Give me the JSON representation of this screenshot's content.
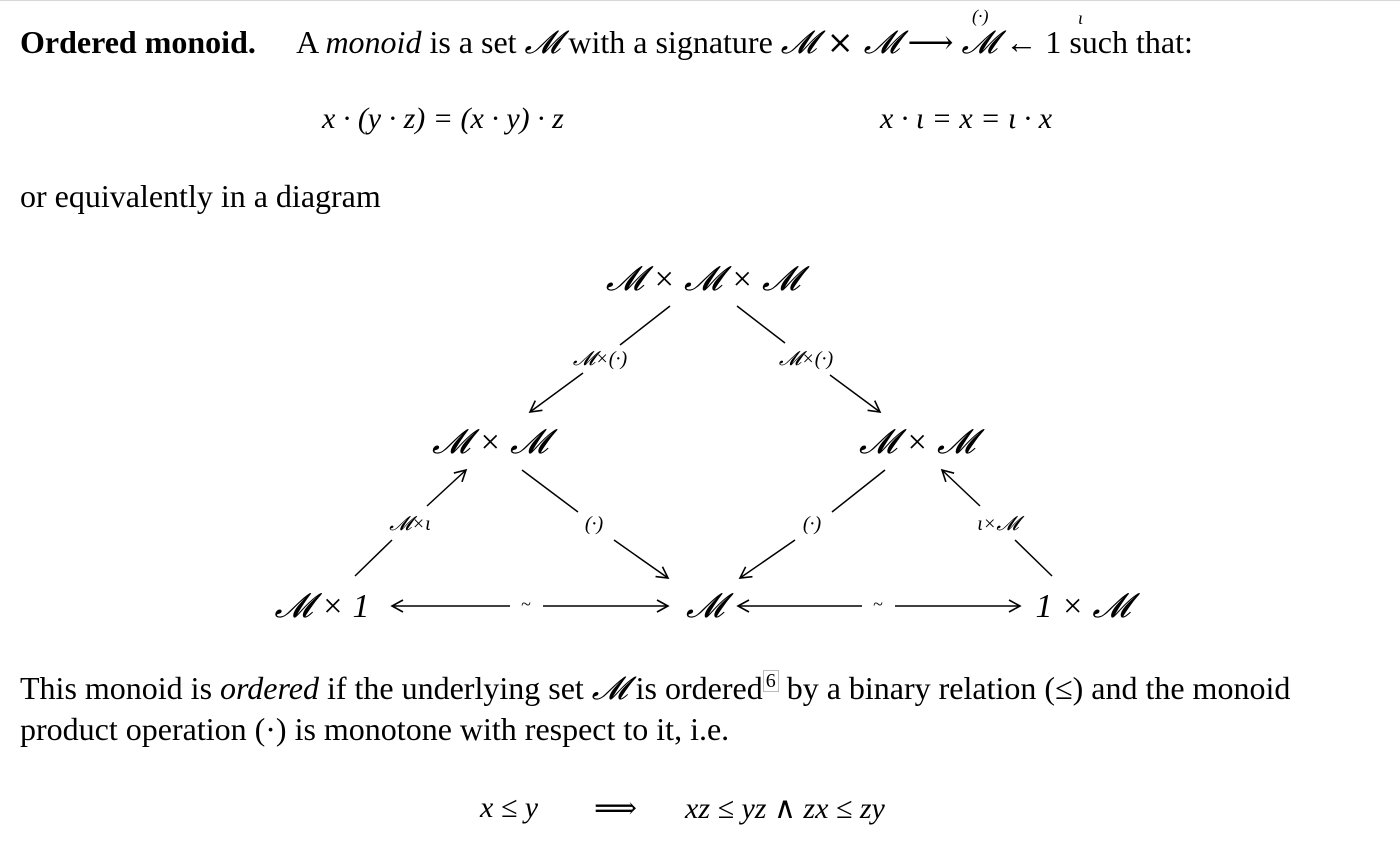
{
  "section": {
    "heading": "Ordered monoid.",
    "intro_a": "A",
    "intro_term": "monoid",
    "intro_b": "is a set",
    "intro_set": "𝓜",
    "intro_c": "with a signature",
    "signature_left": "𝓜 × 𝓜",
    "signature_op": "(·)",
    "signature_arrow": "⟶",
    "signature_mid": "𝓜",
    "signature_unit": "ι",
    "signature_arrow2": "←",
    "signature_right": "1 such that:",
    "law_assoc": "x · (y · z) = (x · y) · z",
    "law_unit": "x · ι = x = ι · x",
    "equiv_text": "or equivalently in a diagram"
  },
  "diagram": {
    "top": "𝓜 × 𝓜 × 𝓜",
    "mid_left": "𝓜 × 𝓜",
    "mid_right": "𝓜 × 𝓜",
    "bottom_left": "𝓜 × 1",
    "bottom_center": "𝓜",
    "bottom_right": "1 × 𝓜",
    "label_top_left": "𝓜×(·)",
    "label_top_right": "𝓜×(·)",
    "label_left_up": "𝓜×ι",
    "label_right_up": "ι×𝓜",
    "label_left_down": "(·)",
    "label_right_down": "(·)",
    "label_iso_left": "~",
    "label_iso_right": "~"
  },
  "ordered": {
    "line1_a": "This monoid is",
    "line1_term": "ordered",
    "line1_b": "if the underlying set",
    "line1_set": "𝓜",
    "line1_c": "is ordered",
    "footnote": "6",
    "line1_d": "by a binary relation (≤) and the monoid",
    "line2": "product operation (·) is monotone with respect to it, i.e.",
    "monotone_lhs": "x ≤ y",
    "monotone_implies": "⟹",
    "monotone_rhs": "xz ≤ yz ∧ zx ≤ zy"
  }
}
